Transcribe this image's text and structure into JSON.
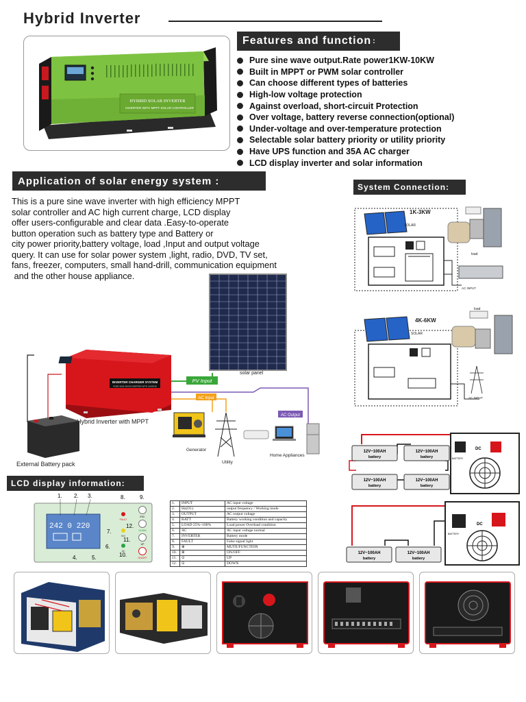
{
  "title": "Hybrid Inverter",
  "features": {
    "header": "Features and function",
    "header_suffix": ":",
    "items": [
      "Pure sine wave output.Rate power1KW-10KW",
      "Built in  MPPT  or PWM solar controller",
      "Can choose different types of batteries",
      "High-low voltage protection",
      "Against overload, short-circuit Protection",
      "Over voltage, battery reverse connection(optional)",
      "Under-voltage and over-temperature protection",
      "Selectable solar battery priority or utility priority",
      "Have UPS function and 35A AC charger",
      "LCD display inverter and solar information"
    ]
  },
  "product": {
    "label_line1": "HYBRID SOLAR INVERTER",
    "label_line2": "INVERTER WITH MPPT SOLAR CONTROLLER"
  },
  "application": {
    "header": "Application of solar energy system :",
    "description_lines": [
      "This is a pure sine wave inverter with  high efficiency MPPT",
      "solar controller and  AC high current charge,   LCD display",
      "offer users-configurable and  clear data .Easy-to-operate",
      "button operation  such as battery type and Battery or",
      "city power priority,battery voltage, load ,Input and output voltage",
      "query. It can use for solar power system ,light, radio, DVD, TV set,",
      "fans, freezer, computers, small hand-drill,  communication equipment",
      " and the other house appliance."
    ],
    "diagram": {
      "solar_panel": "solar panel",
      "pv_input": "PV Input",
      "ac_input": "AC Input",
      "ac_output": "AC Output",
      "inverter_label": "Hybrid Inverter with MPPT",
      "inverter_panel_text": "INVERTER CHARGER SYSTEM",
      "inverter_panel_sub": "PURE SINE WAVE INVERTER WITH CHARGE",
      "battery": "External  Battery pack",
      "generator": "Generator",
      "utility": "Utility",
      "appliances": "Home Appliances"
    }
  },
  "system_connection": {
    "header": "System Connection:",
    "top": {
      "power": "1K-3KW",
      "solar": "SOLAR",
      "load": "load",
      "ac_input": "AC INPUT"
    },
    "bottom": {
      "power": "4K-6KW",
      "solar": "SOLAR",
      "load": "load",
      "ac_input": "AC INPUT"
    }
  },
  "battery_wiring": {
    "battery_label": "12V~100AH",
    "battery_sub": "battery",
    "terminal_label": "BATTERY",
    "dc": "DC"
  },
  "lcd": {
    "header": "LCD display information:",
    "screen_digits": "242 0 220",
    "callouts": [
      "1.",
      "2.",
      "3.",
      "4.",
      "5.",
      "6.",
      "7.",
      "8.",
      "9.",
      "10.",
      "11.",
      "12."
    ],
    "button_labels": {
      "fault": "FAULT",
      "inv": "INV",
      "ac": "AC",
      "esc": "ESC",
      "down": "DOWN",
      "up": "UP",
      "on_off": "ON/OFF"
    },
    "table": [
      {
        "n": "1.",
        "k": "INPUT",
        "v": "AC input voltage"
      },
      {
        "n": "2.",
        "k": "Hz(O1)",
        "v": "output frequency / Working mode"
      },
      {
        "n": "3.",
        "k": "OUTPUT",
        "v": "AC output voltage"
      },
      {
        "n": "4.",
        "k": "BATT",
        "v": "Battery working condition and capacity"
      },
      {
        "n": "5.",
        "k": "LOAD  25%~100%",
        "v": "Load power    Overload condition"
      },
      {
        "n": "6.",
        "k": "AC",
        "v": "AC input voltage normal"
      },
      {
        "n": "7.",
        "k": "INVERTER",
        "v": "Battery mode"
      },
      {
        "n": "8.",
        "k": "FAULT",
        "v": "False signal light"
      },
      {
        "n": "9.",
        "k": "⊕",
        "v": "MUTE/FUNCTION"
      },
      {
        "n": "10.",
        "k": "⊗",
        "v": "ON/OFF"
      },
      {
        "n": "11.",
        "k": "⊙",
        "v": "UP"
      },
      {
        "n": "12.",
        "k": "⊙",
        "v": "DOWN"
      }
    ]
  },
  "colors": {
    "header_bg": "#2d2d2d",
    "product_green": "#7ec242",
    "inverter_red": "#d7161c",
    "pv_wire": "#3aa73a",
    "ac_output_wire": "#7b59b4",
    "ac_input_wire": "#f4a11b"
  }
}
